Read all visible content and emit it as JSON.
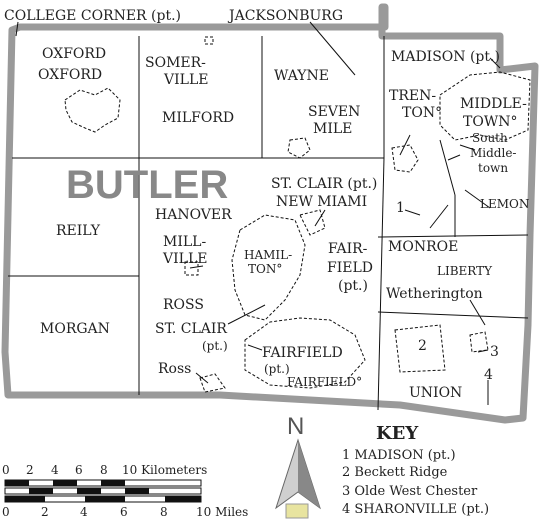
{
  "labels": {
    "college_corner": "COLLEGE CORNER (pt.)",
    "jacksonburg": "JACKSONBURG",
    "oxford_twp": "OXFORD",
    "oxford_city": "OXFORD",
    "somerville_1": "SOMER-",
    "somerville_2": "VILLE",
    "milford": "MILFORD",
    "wayne": "WAYNE",
    "seven_mile_1": "SEVEN",
    "seven_mile_2": "MILE",
    "madison_pt": "MADISON (pt.)",
    "trenton_1": "TREN-",
    "trenton_2": "TON°",
    "middletown_1": "MIDDLE-",
    "middletown_2": "TOWN°",
    "south_middletown_1": "South",
    "south_middletown_2": "Middle-",
    "south_middletown_3": "town",
    "county": "BUTLER",
    "reily": "REILY",
    "hanover": "HANOVER",
    "st_clair_pt_top": "ST. CLAIR (pt.)",
    "new_miami": "NEW MIAMI",
    "lemon": "LEMON",
    "key_marker_1": "1",
    "millville_1": "MILL-",
    "millville_2": "VILLE",
    "hamilton_1": "HAMIL-",
    "hamilton_2": "TON°",
    "fairfield_city_1": "FAIR-",
    "fairfield_city_2": "FIELD",
    "fairfield_city_3": "(pt.)",
    "monroe": "MONROE",
    "liberty": "LIBERTY",
    "wetherington": "Wetherington",
    "morgan": "MORGAN",
    "ross_twp": "ROSS",
    "st_clair_pt_2_1": "ST. CLAIR",
    "st_clair_pt_2_2": "(pt.)",
    "key_marker_2": "2",
    "key_marker_3": "3",
    "ross_place": "Ross",
    "fairfield_twp": "FAIRFIELD",
    "fairfield_twp_pt": "(pt.)",
    "fairfield_city": "FAIRFIELD°",
    "union": "UNION",
    "key_marker_4": "4"
  },
  "key": {
    "title": "KEY",
    "items": [
      "1  MADISON (pt.)",
      "2  Beckett Ridge",
      "3  Olde West Chester",
      "4  SHARONVILLE (pt.)"
    ]
  },
  "north": "N",
  "scale": {
    "km_ticks": [
      "0",
      "2",
      "4",
      "6",
      "8",
      "10 Kilometers"
    ],
    "mile_ticks": [
      "0",
      "2",
      "4",
      "6",
      "8",
      "10 Miles"
    ]
  },
  "colors": {
    "county_border": "#9a9a9a",
    "county_name": "#888888",
    "lines": "#111111"
  }
}
